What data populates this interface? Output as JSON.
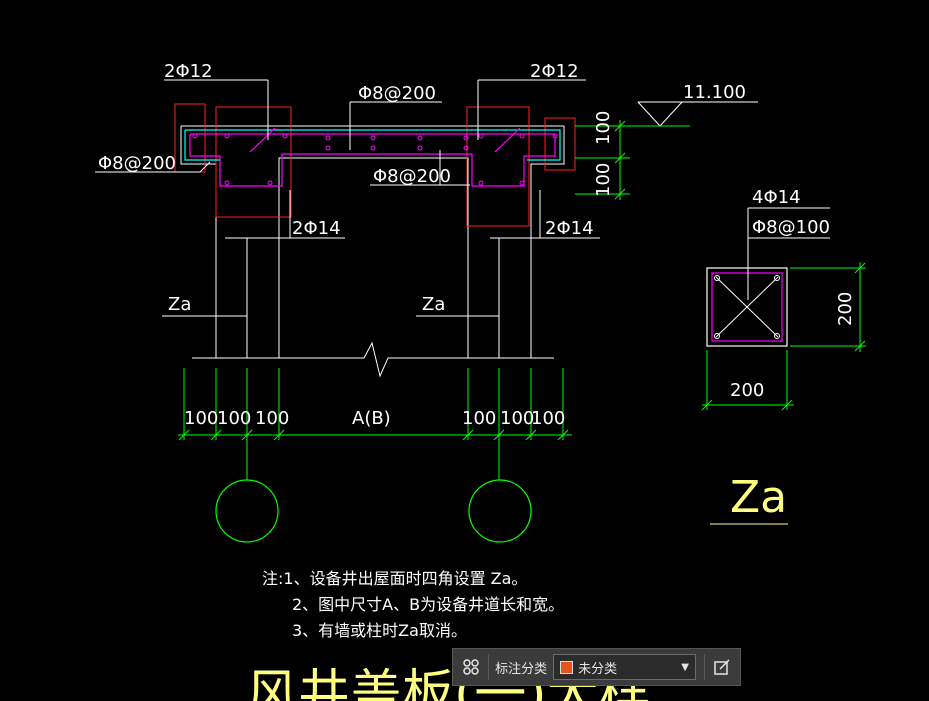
{
  "drawing": {
    "rebar_top_left": "2Φ12",
    "rebar_top_right": "2Φ12",
    "stirrup_mid_top": "Φ8@200",
    "stirrup_left": "Φ8@200",
    "stirrup_mid": "Φ8@200",
    "rebar_bottom_left": "2Φ14",
    "rebar_bottom_right": "2Φ14",
    "elevation": "11.100",
    "dim_100_upper": "100",
    "dim_100_lower": "100",
    "column_label_left": "Za",
    "column_label_right": "Za",
    "dims_left": [
      "100",
      "100",
      "100"
    ],
    "dim_center": "A(B)",
    "dims_right": [
      "100",
      "100",
      "100"
    ],
    "section_rebar": "4Φ14",
    "section_stirrup": "Φ8@100",
    "section_height": "200",
    "section_width": "200",
    "section_title": "Za",
    "notes": [
      "注:1、设备井出屋面时四角设置 Za。",
      "2、图中尺寸A、B为设备井道长和宽。",
      "3、有墙或柱时Za取消。"
    ],
    "big_title": "风井盖板(一)大样"
  },
  "toolbar": {
    "label": "标注分类",
    "selected": "未分类",
    "swatch_color": "#e8521c"
  },
  "colors": {
    "green": "#00ff00",
    "magenta": "#ff00ff",
    "cyan": "#00ffff",
    "red": "#ff2020",
    "white": "#ffffff",
    "yellow": "#ffff80"
  }
}
